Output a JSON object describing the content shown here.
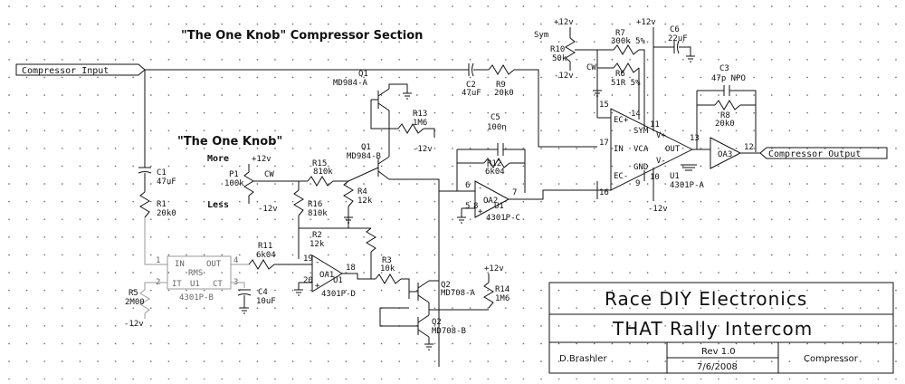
{
  "titles": {
    "section": "\"The One Knob\" Compressor Section",
    "knob": "\"The One Knob\"",
    "more": "More",
    "less": "Less"
  },
  "ports": {
    "input": "Compressor Input",
    "output": "Compressor Output"
  },
  "rails": {
    "pos12": "+12v",
    "neg12": "-12v",
    "sym": "Sym",
    "cw": "CW",
    "cw_p1": "CW"
  },
  "components": {
    "R10": {
      "ref": "R10",
      "value": "50k"
    },
    "R7": {
      "ref": "R7",
      "value": "300k 5%"
    },
    "R6": {
      "ref": "R6",
      "value": "51R 5%"
    },
    "C6": {
      "ref": "C6",
      "value": "22uF"
    },
    "C2": {
      "ref": "C2",
      "value": "47uF"
    },
    "R9": {
      "ref": "R9",
      "value": "20k0"
    },
    "C3": {
      "ref": "C3",
      "value": "47p NPO"
    },
    "R8": {
      "ref": "R8",
      "value": "20k0"
    },
    "Q1a": {
      "ref": "Q1",
      "value": "MD984-A"
    },
    "Q1b": {
      "ref": "Q1",
      "value": "MD984-B"
    },
    "R13": {
      "ref": "R13",
      "value": "1M6"
    },
    "C5": {
      "ref": "C5",
      "value": "100n"
    },
    "R12": {
      "ref": "R12",
      "value": "6k04"
    },
    "C1": {
      "ref": "C1",
      "value": "47uF"
    },
    "R1": {
      "ref": "R1",
      "value": "20k0"
    },
    "P1": {
      "ref": "P1",
      "value": "100k"
    },
    "R15": {
      "ref": "R15",
      "value": "810k"
    },
    "R16": {
      "ref": "R16",
      "value": "810k"
    },
    "R4": {
      "ref": "R4",
      "value": "12k"
    },
    "R2": {
      "ref": "R2",
      "value": "12k"
    },
    "R11": {
      "ref": "R11",
      "value": "6k04"
    },
    "R3": {
      "ref": "R3",
      "value": "10k"
    },
    "R5": {
      "ref": "R5",
      "value": "2M00"
    },
    "C4": {
      "ref": "C4",
      "value": "10uF"
    },
    "R14": {
      "ref": "R14",
      "value": "1M6"
    },
    "Q2a": {
      "ref": "Q2",
      "value": "MD708-A"
    },
    "Q2b": {
      "ref": "Q2",
      "value": "MD708-B"
    }
  },
  "ic_vca": {
    "pins": {
      "ec_plus": "EC+",
      "sym": "SYM",
      "in": "IN",
      "vca": "VCA",
      "out": "OUT",
      "gnd": "GND",
      "ec_minus": "EC-",
      "vplus": "V+",
      "vminus": "V-"
    },
    "pin_numbers": [
      "15",
      "14",
      "11",
      "17",
      "13",
      "10",
      "9",
      "16"
    ],
    "ref": "U1",
    "part": "4301P-A"
  },
  "oa2": {
    "label": "OA2",
    "ref": "U1",
    "part": "4301P-C",
    "pins": [
      "6",
      "5",
      "7",
      "8"
    ],
    "minus": "-",
    "plus": "+"
  },
  "oa1": {
    "label": "OA1",
    "ref": "U1",
    "part": "4301P-D",
    "pins": [
      "19",
      "20",
      "18"
    ],
    "minus": "-",
    "plus": "+"
  },
  "oa3": {
    "label": "OA3",
    "pin": "12"
  },
  "rms": {
    "label": "RMS",
    "in": "IN",
    "out": "OUT",
    "it": "IT",
    "u1": "U1",
    "ct": "CT",
    "ref": "4301P-B",
    "pins": [
      "1",
      "4",
      "2",
      "3"
    ]
  },
  "title_block": {
    "company": "Race DIY Electronics",
    "project": "THAT Rally Intercom",
    "author": "D.Brashler",
    "rev": "Rev 1.0",
    "date": "7/6/2008",
    "sheet": "Compressor"
  }
}
